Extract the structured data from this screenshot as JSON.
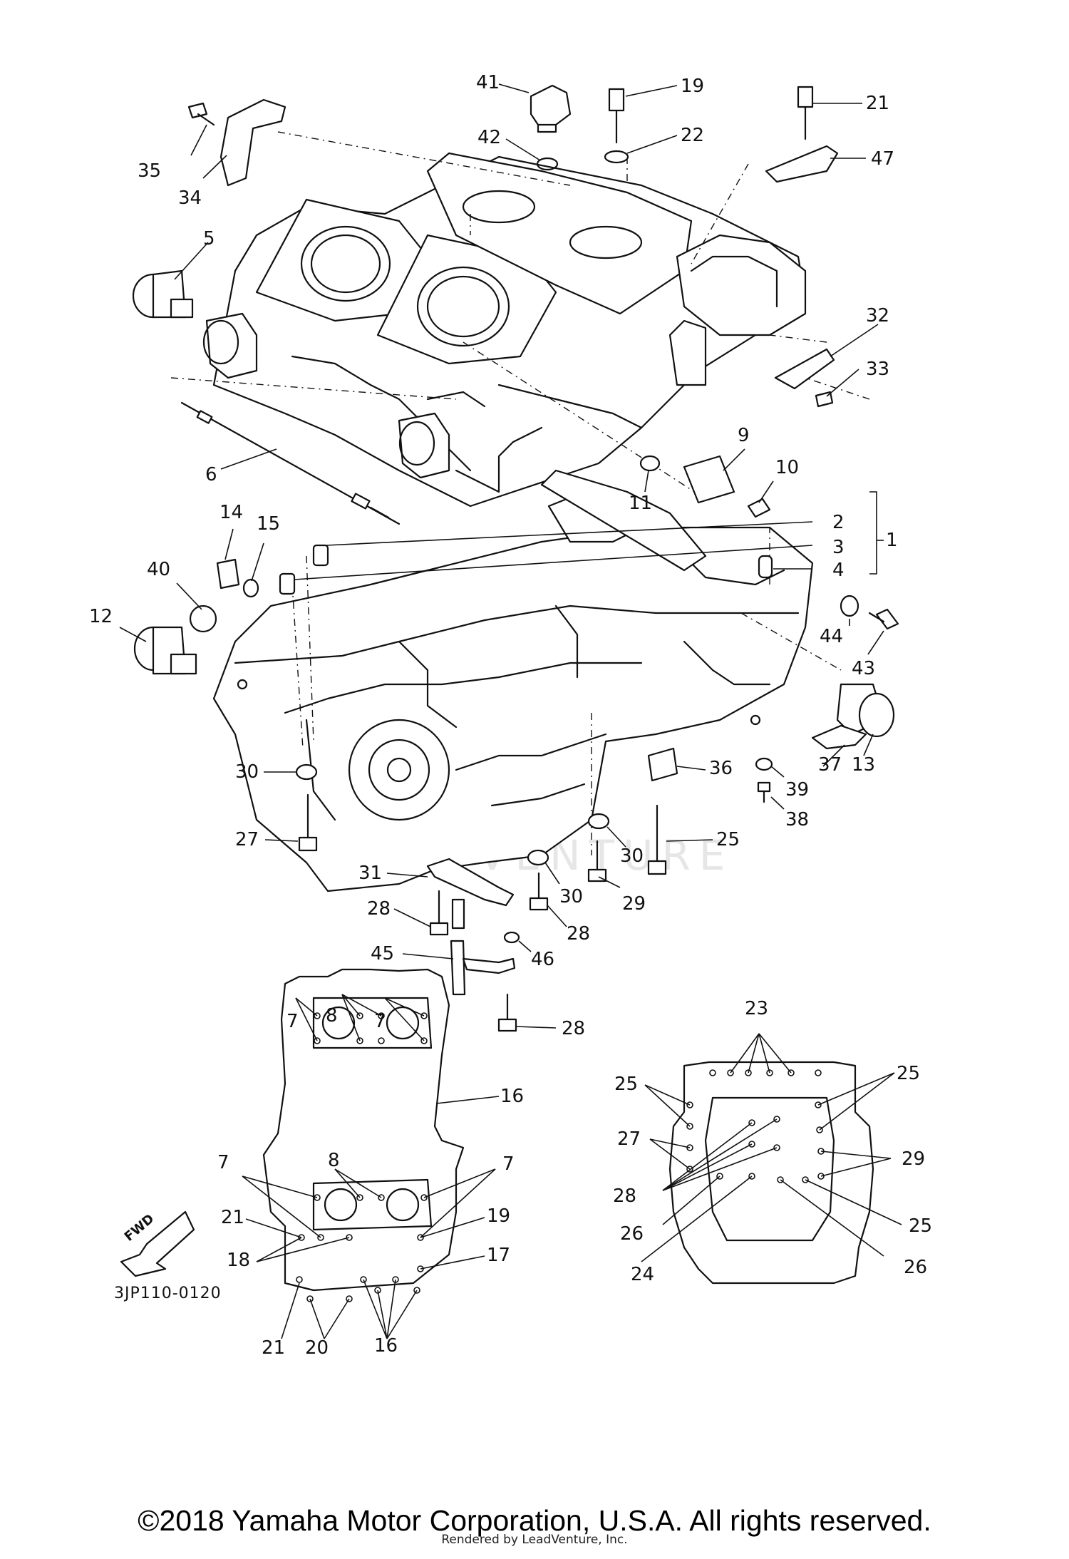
{
  "diagram": {
    "drawing_code": "3JP110-0120",
    "direction_label": "FWD",
    "callouts": [
      "1",
      "2",
      "3",
      "4",
      "5",
      "6",
      "7",
      "8",
      "9",
      "10",
      "11",
      "12",
      "13",
      "14",
      "15",
      "16",
      "17",
      "18",
      "19",
      "20",
      "21",
      "22",
      "23",
      "24",
      "25",
      "26",
      "27",
      "28",
      "29",
      "30",
      "31",
      "32",
      "33",
      "34",
      "35",
      "36",
      "37",
      "38",
      "39",
      "40",
      "41",
      "42",
      "43",
      "44",
      "45",
      "46",
      "47"
    ],
    "watermark": "LEADVENTURE"
  },
  "footer": {
    "copyright": "©2018 Yamaha Motor Corporation, U.S.A. All rights reserved.",
    "rendered_by": "Rendered by LeadVenture, Inc."
  }
}
